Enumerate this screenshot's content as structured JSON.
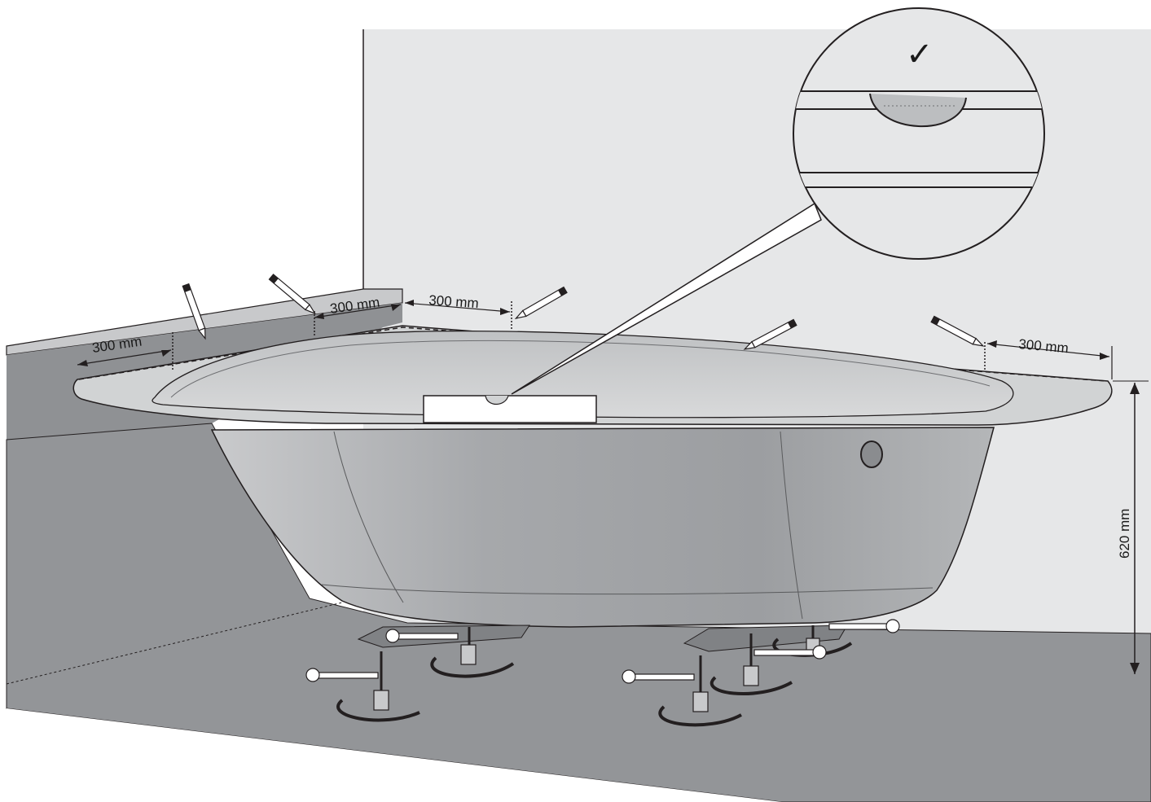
{
  "labels": {
    "dim_left_edge": "300 mm",
    "dim_left_pencil": "300 mm",
    "dim_back_left": "300 mm",
    "dim_right": "300 mm",
    "dim_height": "620 mm",
    "check_mark": "✓"
  },
  "colors": {
    "wall": "#e6e7e8",
    "floor": "#939598",
    "tub_body": "#a7a9ac",
    "tub_rim": "#d1d3d4",
    "outline": "#231f20"
  }
}
